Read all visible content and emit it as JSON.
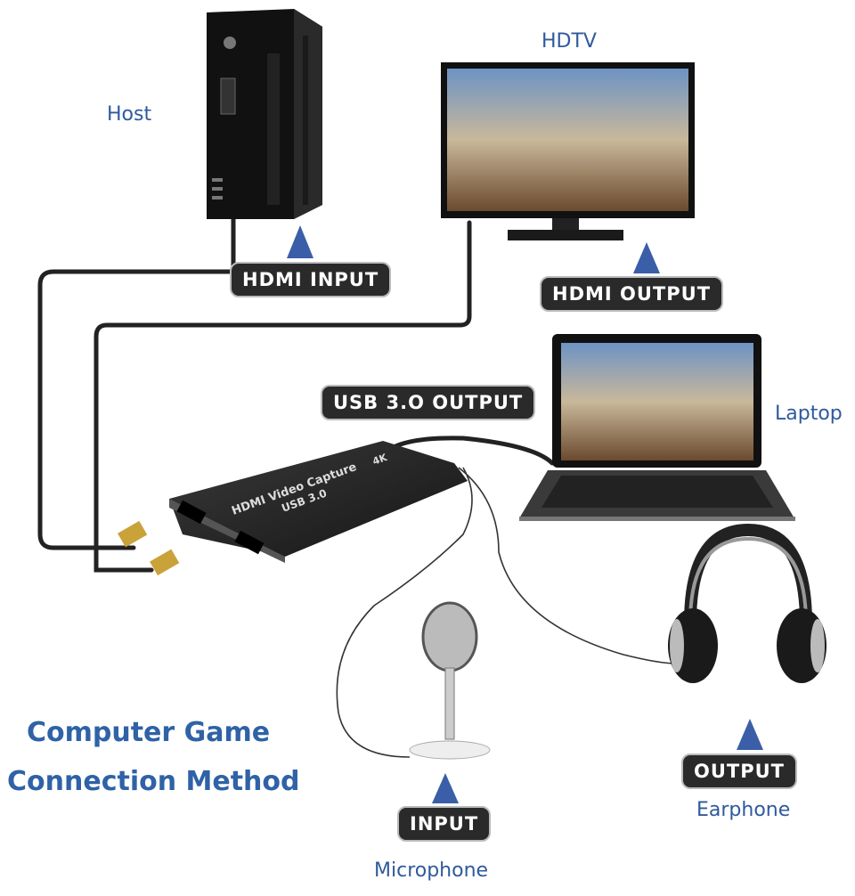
{
  "devices": {
    "host": "Host",
    "hdtv": "HDTV",
    "laptop": "Laptop",
    "earphone": "Earphone",
    "microphone": "Microphone"
  },
  "connections": {
    "hdmi_input": "HDMI  INPUT",
    "hdmi_output": "HDMI  OUTPUT",
    "usb_output": "USB 3.O OUTPUT",
    "audio_output": "OUTPUT",
    "audio_input": "INPUT"
  },
  "title": {
    "line1": "Computer Game",
    "line2": "Connection Method"
  },
  "capture_card": {
    "line1": "HDMI Video Capture",
    "line2": "USB 3.0",
    "badge": "4K"
  },
  "colors": {
    "label_blue": "#2f5a9c",
    "title_blue": "#2f62a6",
    "arrow_blue": "#3a5ea8",
    "pill_dark": "#2a2a2a"
  }
}
